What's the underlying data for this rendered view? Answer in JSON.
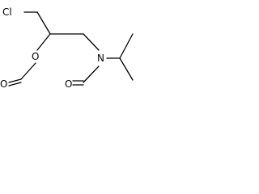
{
  "molecule": {
    "atoms": {
      "chlorine": "Cl",
      "ether_oxygen": "O",
      "formate_oxygen": "O",
      "nitrogen": "N",
      "formamide_oxygen": "O"
    }
  }
}
